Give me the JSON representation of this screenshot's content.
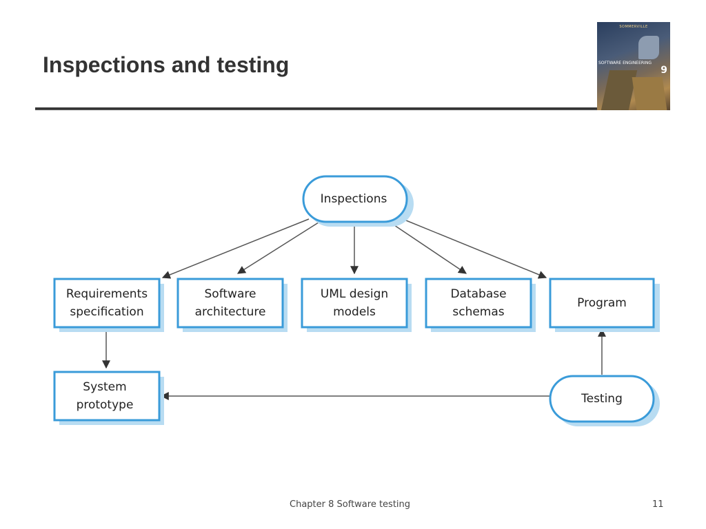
{
  "slide": {
    "title": "Inspections and testing",
    "footer": "Chapter 8 Software testing",
    "page_number": "11"
  },
  "book_cover": {
    "author": "SOMMERVILLE",
    "title": "SOFTWARE ENGINEERING",
    "edition": "9"
  },
  "diagram": {
    "nodes": {
      "inspections": {
        "lines": [
          "Inspections"
        ]
      },
      "requirements": {
        "lines": [
          "Requirements",
          "specification"
        ]
      },
      "architecture": {
        "lines": [
          "Software",
          "architecture"
        ]
      },
      "uml": {
        "lines": [
          "UML design",
          "models"
        ]
      },
      "database": {
        "lines": [
          "Database",
          "schemas"
        ]
      },
      "program": {
        "lines": [
          "Program"
        ]
      },
      "prototype": {
        "lines": [
          "System",
          "prototype"
        ]
      },
      "testing": {
        "lines": [
          "Testing"
        ]
      }
    }
  },
  "colors": {
    "node_border": "#3a9bd9",
    "node_shadow": "#b8dcf2",
    "edge": "#444444",
    "title": "#333333"
  }
}
